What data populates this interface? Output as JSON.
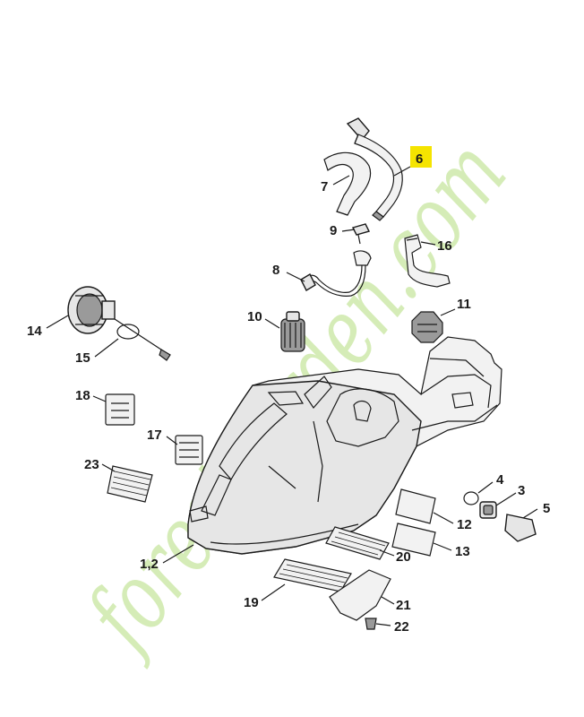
{
  "watermark": {
    "text": "forestgarden.com",
    "colors": [
      "#c8e6a0",
      "#e8a24a",
      "#b8aa98"
    ]
  },
  "callouts": [
    {
      "id": "6",
      "text": "6",
      "highlight": "#f5e400"
    },
    {
      "id": "7",
      "text": "7"
    },
    {
      "id": "9",
      "text": "9"
    },
    {
      "id": "16",
      "text": "16"
    },
    {
      "id": "8",
      "text": "8"
    },
    {
      "id": "11",
      "text": "11"
    },
    {
      "id": "10",
      "text": "10"
    },
    {
      "id": "14",
      "text": "14"
    },
    {
      "id": "15",
      "text": "15"
    },
    {
      "id": "18",
      "text": "18"
    },
    {
      "id": "17",
      "text": "17"
    },
    {
      "id": "23",
      "text": "23"
    },
    {
      "id": "4",
      "text": "4"
    },
    {
      "id": "3",
      "text": "3"
    },
    {
      "id": "5",
      "text": "5"
    },
    {
      "id": "12",
      "text": "12"
    },
    {
      "id": "13",
      "text": "13"
    },
    {
      "id": "20",
      "text": "20"
    },
    {
      "id": "1_2",
      "text": "1,2"
    },
    {
      "id": "19",
      "text": "19"
    },
    {
      "id": "21",
      "text": "21"
    },
    {
      "id": "22",
      "text": "22"
    }
  ]
}
